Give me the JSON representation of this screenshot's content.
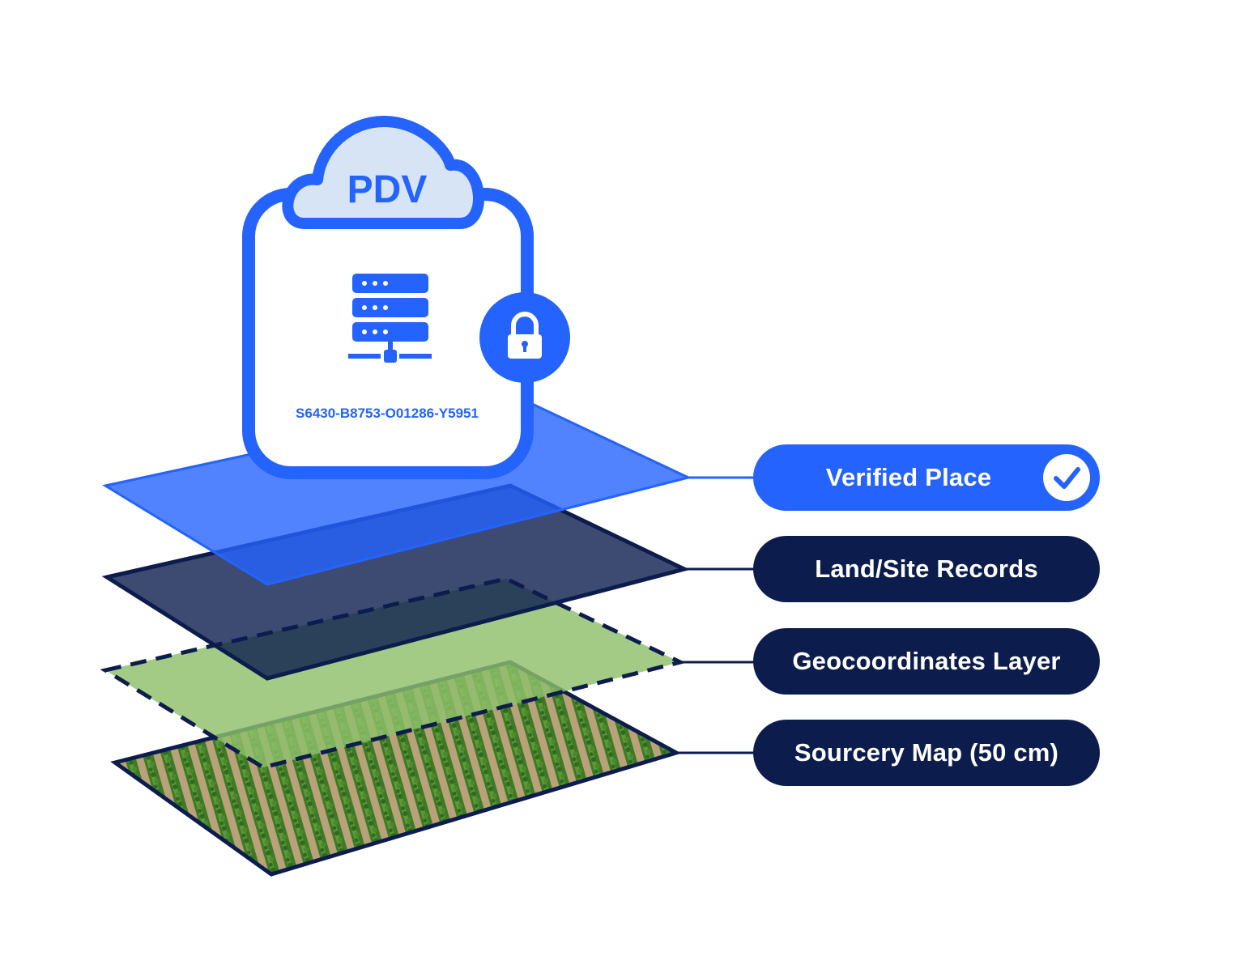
{
  "vault": {
    "title": "PDV",
    "identifier": "S6430-B8753-O01286-Y5951"
  },
  "layers": [
    {
      "label": "Verified Place",
      "verified": true
    },
    {
      "label": "Land/Site Records"
    },
    {
      "label": "Geocoordinates Layer"
    },
    {
      "label": "Sourcery Map (50 cm)"
    }
  ],
  "colors": {
    "brand_blue": "#2563ff",
    "navy": "#0c1d4d",
    "cloud_fill": "#d6e4f5",
    "geo_green": "#8fbf6b",
    "field_green": "#3f7a2a"
  },
  "icons": [
    "cloud-icon",
    "server-icon",
    "lock-icon",
    "check-icon"
  ]
}
